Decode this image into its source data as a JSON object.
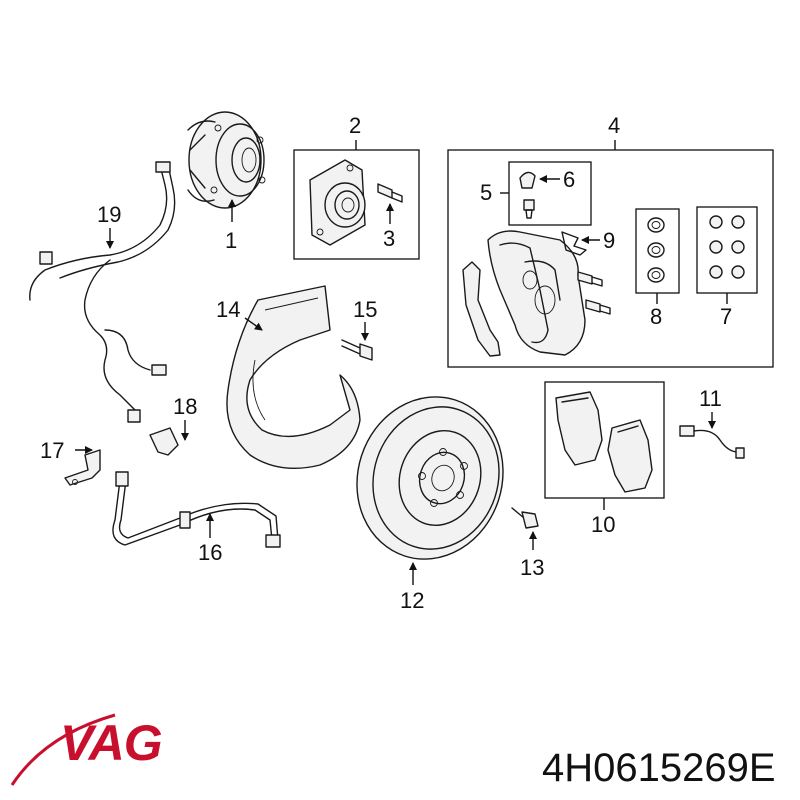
{
  "callouts": {
    "c1": "1",
    "c2": "2",
    "c3": "3",
    "c4": "4",
    "c5": "5",
    "c6": "6",
    "c7": "7",
    "c8": "8",
    "c9": "9",
    "c10": "10",
    "c11": "11",
    "c12": "12",
    "c13": "13",
    "c14": "14",
    "c15": "15",
    "c16": "16",
    "c17": "17",
    "c18": "18",
    "c19": "19"
  },
  "brand": {
    "logo_text": "VAG",
    "logo_color": "#c8102e"
  },
  "part_number": "4H0615269E"
}
